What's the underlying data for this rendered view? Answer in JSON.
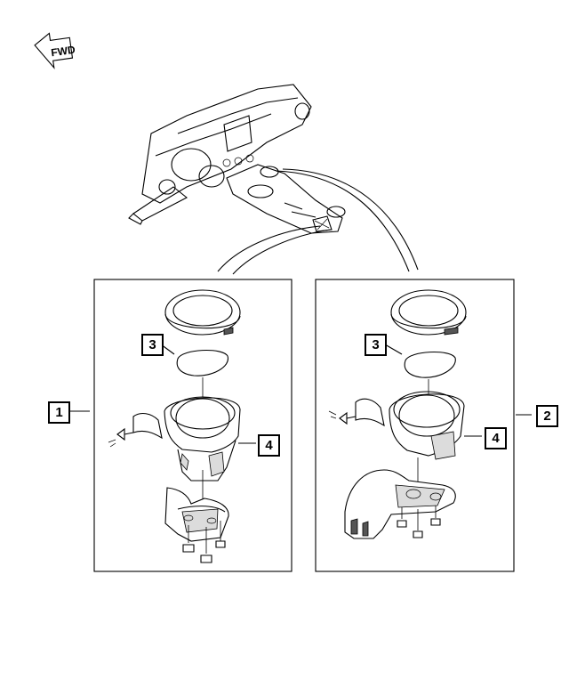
{
  "arrow": {
    "label": "FWD"
  },
  "callouts": {
    "one": "1",
    "two": "2",
    "three_left": "3",
    "three_right": "3",
    "four_left": "4",
    "four_right": "4"
  }
}
